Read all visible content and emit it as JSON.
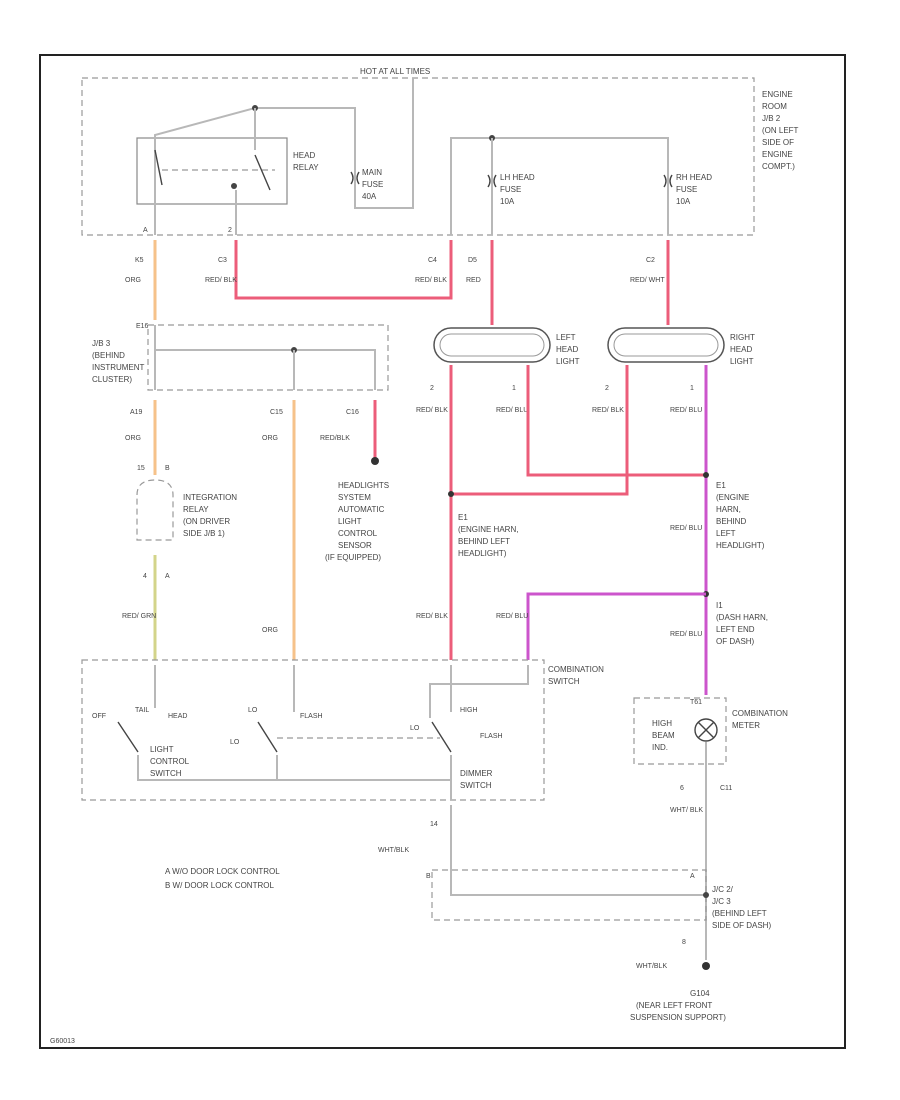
{
  "labels": {
    "hot_at_all_times": "HOT AT ALL TIMES",
    "engine_room_jb": [
      "ENGINE",
      "ROOM",
      "J/B 2",
      "(ON LEFT",
      "SIDE OF",
      "ENGINE",
      "COMPT.)"
    ],
    "head_relay": [
      "HEAD",
      "RELAY"
    ],
    "main_fuse": [
      "MAIN",
      "FUSE",
      "40A"
    ],
    "lh_head_fuse": [
      "LH HEAD",
      "FUSE",
      "10A"
    ],
    "rh_head_fuse": [
      "RH HEAD",
      "FUSE",
      "10A"
    ],
    "jb3": [
      "J/B 3",
      "(BEHIND",
      "INSTRUMENT",
      "CLUSTER)"
    ],
    "left_head_light": [
      "LEFT",
      "HEAD",
      "LIGHT"
    ],
    "right_head_light": [
      "RIGHT",
      "HEAD",
      "LIGHT"
    ],
    "integration_relay": [
      "INTEGRATION",
      "RELAY",
      "(ON DRIVER",
      "SIDE J/B 1)"
    ],
    "headlight_sensor": [
      "HEADLIGHTS",
      "SYSTEM",
      "AUTOMATIC",
      "LIGHT",
      "CONTROL",
      "SENSOR",
      "(IF EQUIPPED)"
    ],
    "e1_left": [
      "E1",
      "(ENGINE HARN,",
      "BEHIND LEFT",
      "HEADLIGHT)"
    ],
    "e1_right": [
      "E1",
      "(ENGINE",
      "HARN,",
      "BEHIND",
      "LEFT",
      "HEADLIGHT)"
    ],
    "i1_dash": [
      "I1",
      "(DASH HARN,",
      "LEFT END",
      "OF DASH)"
    ],
    "combination_switch": [
      "COMBINATION",
      "SWITCH"
    ],
    "combination_meter": [
      "COMBINATION",
      "METER"
    ],
    "high_beam": [
      "HIGH",
      "BEAM",
      "IND."
    ],
    "light_control_switch": [
      "LIGHT",
      "CONTROL",
      "SWITCH"
    ],
    "dimmer_switch": [
      "DIMMER",
      "SWITCH"
    ],
    "jc_behind": [
      "J/C 2/",
      "J/C 3",
      "(BEHIND LEFT",
      "SIDE OF DASH)"
    ],
    "ground": [
      "G104",
      "(NEAR LEFT FRONT",
      "SUSPENSION SUPPORT)"
    ],
    "legend_a": "A  W/O DOOR LOCK CONTROL",
    "legend_b": "B  W/ DOOR LOCK CONTROL",
    "off": "OFF",
    "tail": "TAIL",
    "head": "HEAD",
    "flash_top": "FLASH",
    "lo_left": "LO",
    "lo_dim": "LO",
    "high": "HIGH",
    "flash_dim": "FLASH",
    "footer": "G60013"
  },
  "wires": {
    "org_k5": "ORG",
    "org_a19": "ORG",
    "org_c15": "ORG",
    "org_comb": "ORG",
    "red_blk_top": "RED/ BLK",
    "red_blk_jb": "RED/ BLK",
    "red_lh": "RED",
    "red_wht": "RED/ WHT",
    "red_blk_sensor": "RED/BLK",
    "red_blk_ll2": "RED/ BLK",
    "red_blu_ll1": "RED/ BLU",
    "red_blk_rl2": "RED/ BLK",
    "red_blu_rl1": "RED/ BLU",
    "red_grn": "RED/ GRN",
    "red_blk_e1": "RED/ BLK",
    "red_blu_e1": "RED/ BLU",
    "red_blk_comb": "RED/ BLK",
    "red_blu_comb": "RED/ BLU",
    "red_blu_i1": "RED/ BLU",
    "wht_blk_meter": "WHT/ BLK",
    "wht_blk_dim": "WHT/BLK",
    "wht_blk_gnd": "WHT/BLK"
  },
  "pins": {
    "k5": "K5",
    "c3": "C3",
    "c4": "C4",
    "d5": "D5",
    "c2": "C2",
    "e16": "E16",
    "a19": "A19",
    "c15": "C15",
    "c16": "C16",
    "p15": "15",
    "pb": "B",
    "p4": "4",
    "p2a": "2",
    "p1a": "1",
    "p2b": "2",
    "p1b": "1",
    "p6": "6",
    "c11": "C11",
    "p14": "14",
    "p8": "8",
    "t61": "T61",
    "pa": "A"
  }
}
